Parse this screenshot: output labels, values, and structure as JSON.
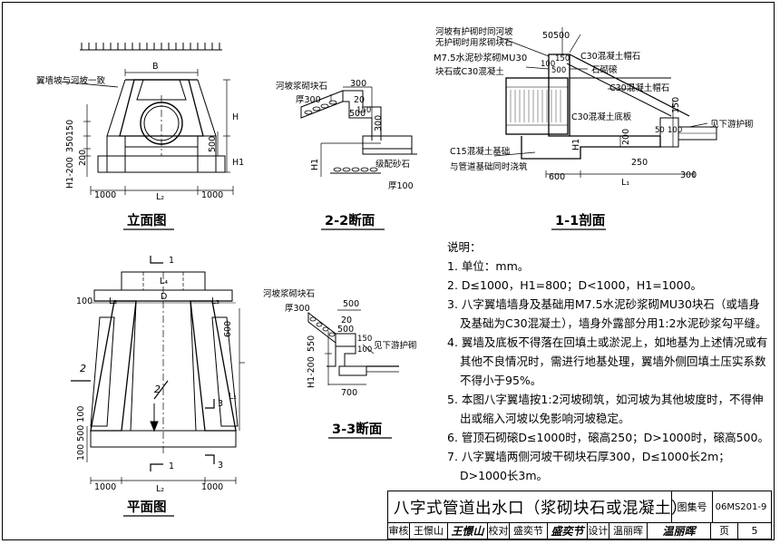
{
  "views": {
    "elevation": {
      "title": "立面图",
      "note": "翼墙坡与河坡一致"
    },
    "section22": {
      "title": "2-2断面",
      "lbl_stone": "河坡浆砌块石",
      "lbl_thk": "厚300",
      "lbl_gravel": "级配砂石",
      "lbl_gravel_thk": "厚100"
    },
    "section11": {
      "title": "1-1剖面",
      "lbl_a": "河坡有护砌时同河坡",
      "lbl_b": "无护砌时用浆砌块石",
      "lbl_c": "M7.5水泥砂浆砌MU30",
      "lbl_d": "块石或C30混凝土",
      "lbl_cap": "C30混凝土帽石",
      "lbl_stone": "石砌磙",
      "lbl_cap2": "C30混凝土帽石",
      "lbl_slab": "C30混凝土底板",
      "lbl_base": "C15混凝土基础",
      "lbl_base2": "与管道基础同时浇筑",
      "lbl_down": "见下游护砌"
    },
    "plan": {
      "title": "平面图"
    },
    "section33": {
      "title": "3-3断面",
      "lbl_stone": "河坡浆砌块石",
      "lbl_thk": "厚300",
      "lbl_down": "见下游护砌"
    }
  },
  "dims": {
    "d1000": "1000",
    "B": "B",
    "L2": "L₂",
    "L1": "L₁",
    "L3": "L₃",
    "L4": "L₄",
    "D": "D",
    "H": "H",
    "H1": "H1",
    "d150": "150",
    "d350": "350",
    "d200": "200",
    "d500": "500",
    "d300": "300",
    "d20": "20",
    "d50": "50",
    "d100": "100",
    "d250": "250",
    "d600": "600",
    "d700": "700",
    "d550": "550",
    "h1_200": "H1-200",
    "n1": "1",
    "n2": "2",
    "n3": "3"
  },
  "notes": {
    "heading": "说明：",
    "items": [
      "1. 单位：mm。",
      "2. D≤1000，H1=800；D<1000，H1=1000。",
      "3. 八字翼墙墙身及基础用M7.5水泥砂浆砌MU30块石（或墙身及基础为C30混凝土），墙身外露部分用1:2水泥砂浆勾平缝。",
      "4. 翼墙及底板不得落在回填土或淤泥上，如地基为上述情况或有其他不良情况时，需进行地基处理，翼墙外侧回填土压实系数不得小于95%。",
      "5. 本图八字翼墙按1:2河坡砌筑，如河坡为其他坡度时，不得伸出或缩入河坡以免影响河坡稳定。",
      "6. 管顶石砌磙D≤1000时，磙高250；D>1000时，磙高500。",
      "7. 八字翼墙两侧河坡干砌块石厚300，D≤1000长2m；D>1000长3m。"
    ]
  },
  "titleblock": {
    "title": "八字式管道出水口（浆砌块石或混凝土）",
    "atlas_label": "图集号",
    "atlas_no": "06MS201-9",
    "review_label": "审核",
    "reviewer": "王憬山",
    "reviewer_sig": "王憬山",
    "check_label": "校对",
    "checker": "盛奕节",
    "checker_sig": "盛奕节",
    "design_label": "设计",
    "designer": "温丽晖",
    "designer_sig": "温丽晖",
    "page_label": "页",
    "page_no": "5"
  }
}
